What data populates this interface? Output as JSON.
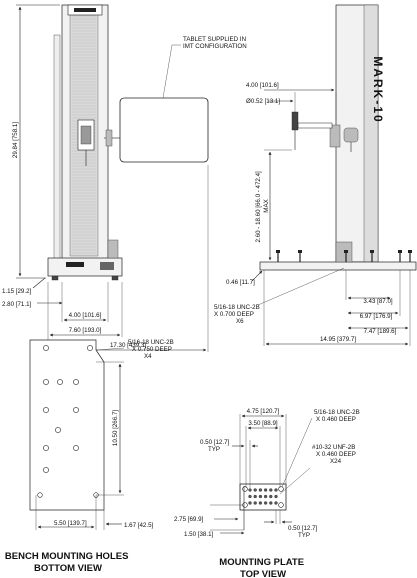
{
  "left_view": {
    "dim_height": "29.84 [758.1]",
    "dim_base_height": "1.15 [29.2]",
    "dim_base_offset": "2.80 [71.1]",
    "dim_foot_spacing": "4.00 [101.6]",
    "dim_base_width": "7.60 [193.0]",
    "dim_overall_width": "17.30 [439.3]",
    "tablet_note": "TABLET SUPPLIED IN\nIMT CONFIGURATION"
  },
  "right_view": {
    "dim_arm_reach": "4.00 [101.6]",
    "dim_rod_dia": "Ø0.52 [13.1]",
    "dim_travel": "2.60 - 18.60 [66.0 - 472.4]\nMAX",
    "dim_base_h": "0.46 [11.7]",
    "thread_note": "5/16-18 UNC-2B\nX 0.700 DEEP\nX6",
    "dim_a": "3.43 [87.0]",
    "dim_b": "6.97 [176.9]",
    "dim_c": "7.47 [189.6]",
    "dim_overall_depth": "14.95 [379.7]",
    "column_label": "MARK-10"
  },
  "bench_holes": {
    "note": "5/16-18 UNC-2B\nX 0.750 DEEP\nX4",
    "dim_length": "10.50 [266.7]",
    "dim_width": "5.50 [139.7]",
    "dim_edge": "1.67 [42.5]",
    "caption": "BENCH MOUNTING HOLES\nBOTTOM VIEW"
  },
  "mounting_plate": {
    "dim_outer_w": "4.75 [120.7]",
    "dim_inner_w": "3.50 [88.9]",
    "dim_pitch_top": "0.50 [12.7]\nTYP",
    "note_large": "5/16-18 UNC-2B\nX 0.460 DEEP",
    "note_small": "#10-32 UNF-2B\nX 0.460 DEEP\nX24",
    "dim_h1": "2.75 [69.9]",
    "dim_h2": "1.50 [38.1]",
    "dim_pitch_bottom": "0.50 [12.7]\nTYP",
    "caption": "MOUNTING PLATE\nTOP VIEW"
  }
}
